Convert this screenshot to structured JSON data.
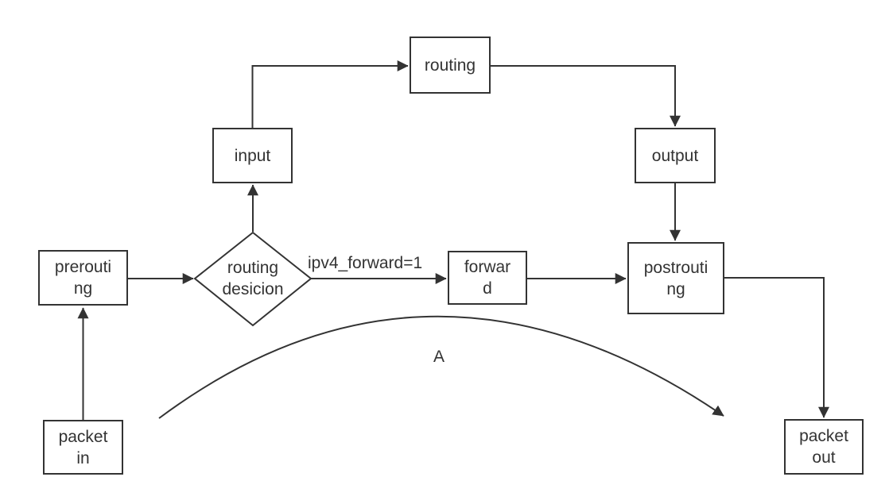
{
  "diagram": {
    "background": "#ffffff",
    "stroke_color": "#333333",
    "text_color": "#333333",
    "nodes": {
      "packet_in": {
        "label": "packet in",
        "lines": [
          "packet",
          "in"
        ]
      },
      "prerouting": {
        "label": "prerouting",
        "lines": [
          "prerouti",
          "ng"
        ]
      },
      "routing_decision": {
        "label": "routing desicion",
        "lines": [
          "routing",
          "desicion"
        ]
      },
      "input": {
        "label": "input",
        "lines": [
          "input"
        ]
      },
      "routing": {
        "label": "routing",
        "lines": [
          "routing"
        ]
      },
      "output": {
        "label": "output",
        "lines": [
          "output"
        ]
      },
      "forward": {
        "label": "forward",
        "lines": [
          "forwar",
          "d"
        ]
      },
      "postrouting": {
        "label": "postrouting",
        "lines": [
          "postrouti",
          "ng"
        ]
      },
      "packet_out": {
        "label": "packet out",
        "lines": [
          "packet",
          "out"
        ]
      }
    },
    "edge_labels": {
      "forward_condition": "ipv4_forward=1",
      "arc": "A"
    }
  }
}
